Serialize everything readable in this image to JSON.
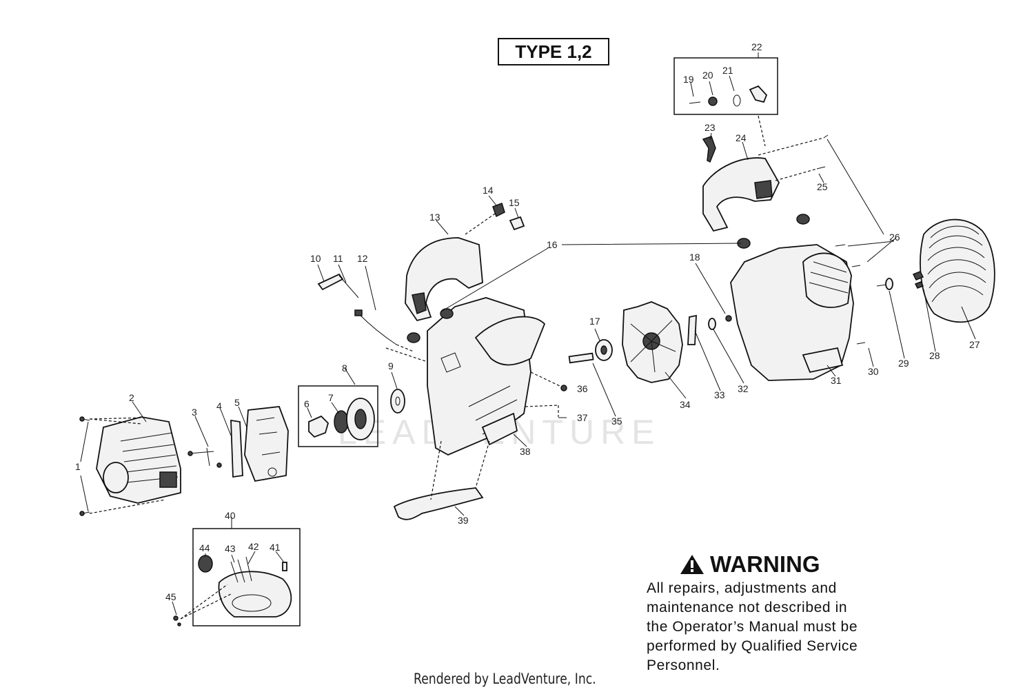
{
  "type_badge": "TYPE 1,2",
  "warning": {
    "title": "WARNING",
    "lines": [
      "All repairs, adjustments and",
      "maintenance not described in",
      "the Operator’s Manual must be",
      "performed by Qualified Service",
      "Personnel."
    ]
  },
  "watermark": "LEADVENTURE",
  "footer": "Rendered by LeadVenture, Inc.",
  "callouts": [
    "1",
    "2",
    "3",
    "4",
    "5",
    "6",
    "7",
    "8",
    "9",
    "10",
    "11",
    "12",
    "13",
    "14",
    "15",
    "16",
    "17",
    "18",
    "19",
    "20",
    "21",
    "22",
    "23",
    "24",
    "25",
    "26",
    "27",
    "28",
    "29",
    "30",
    "31",
    "32",
    "33",
    "34",
    "35",
    "36",
    "37",
    "38",
    "39",
    "40",
    "41",
    "42",
    "43",
    "44",
    "45"
  ]
}
